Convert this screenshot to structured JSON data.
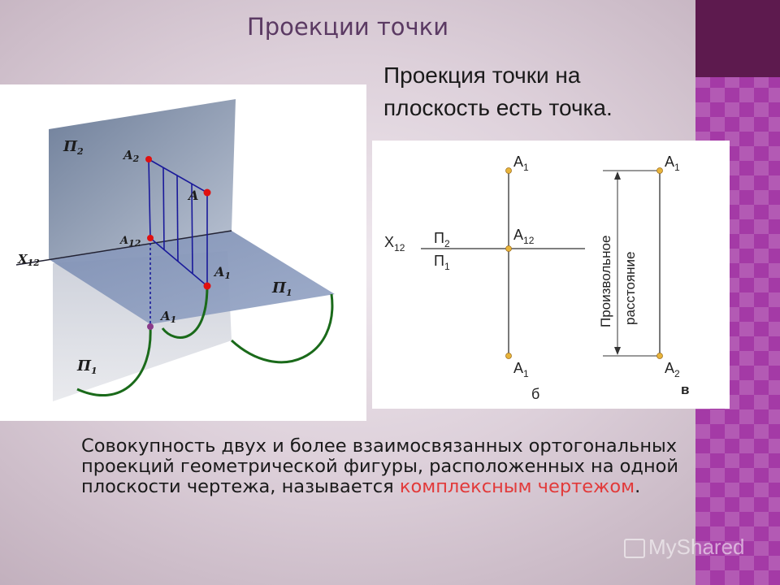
{
  "title": "Проекции точки",
  "subtitle": "Проекция точки на плоскость есть точка.",
  "figure3d": {
    "plane_v": "П",
    "plane_v_sub": "2",
    "plane_h": "П",
    "plane_h_sub": "1",
    "plane_h_rot": "П",
    "plane_h_rot_sub": "1",
    "axis": "X",
    "axis_sub": "12",
    "point": "A",
    "proj_v": "A",
    "proj_v_sub": "2",
    "proj_h": "A",
    "proj_h_sub": "1",
    "proj_x": "A",
    "proj_x_sub": "12",
    "proj_rot": "A",
    "proj_rot_sub": "1"
  },
  "figure2d": {
    "axis": "X",
    "axis_sub": "12",
    "upper_plane": "П",
    "upper_plane_sub": "2",
    "lower_plane": "П",
    "lower_plane_sub": "1",
    "b_top": "A",
    "b_top_sub": "1",
    "b_mid": "A",
    "b_mid_sub": "12",
    "b_bottom": "A",
    "b_bottom_sub": "1",
    "caption_b": "б",
    "v_top": "A",
    "v_top_sub": "1",
    "v_bottom": "A",
    "v_bottom_sub": "2",
    "vertical_text_1": "Произвольное",
    "vertical_text_2": "расстояние",
    "caption_v": "в"
  },
  "definition": {
    "text": "Совокупность двух и более взаимосвязанных ортогональных проекций геометрической фигуры, расположенных на одной плоскости чертежа, называется ",
    "highlight": "комплексным чертежом",
    "end": "."
  },
  "watermark": "MyShared",
  "colors": {
    "title": "#5b3a63",
    "highlight": "#e23a3a",
    "side_strip": "#a43aa6",
    "side_strip_dark": "#5d1a4e",
    "point_marker": "#e8b43a",
    "point_red": "#e01010",
    "projection_line": "#1a1a9a",
    "arc": "#1a6a1a"
  }
}
